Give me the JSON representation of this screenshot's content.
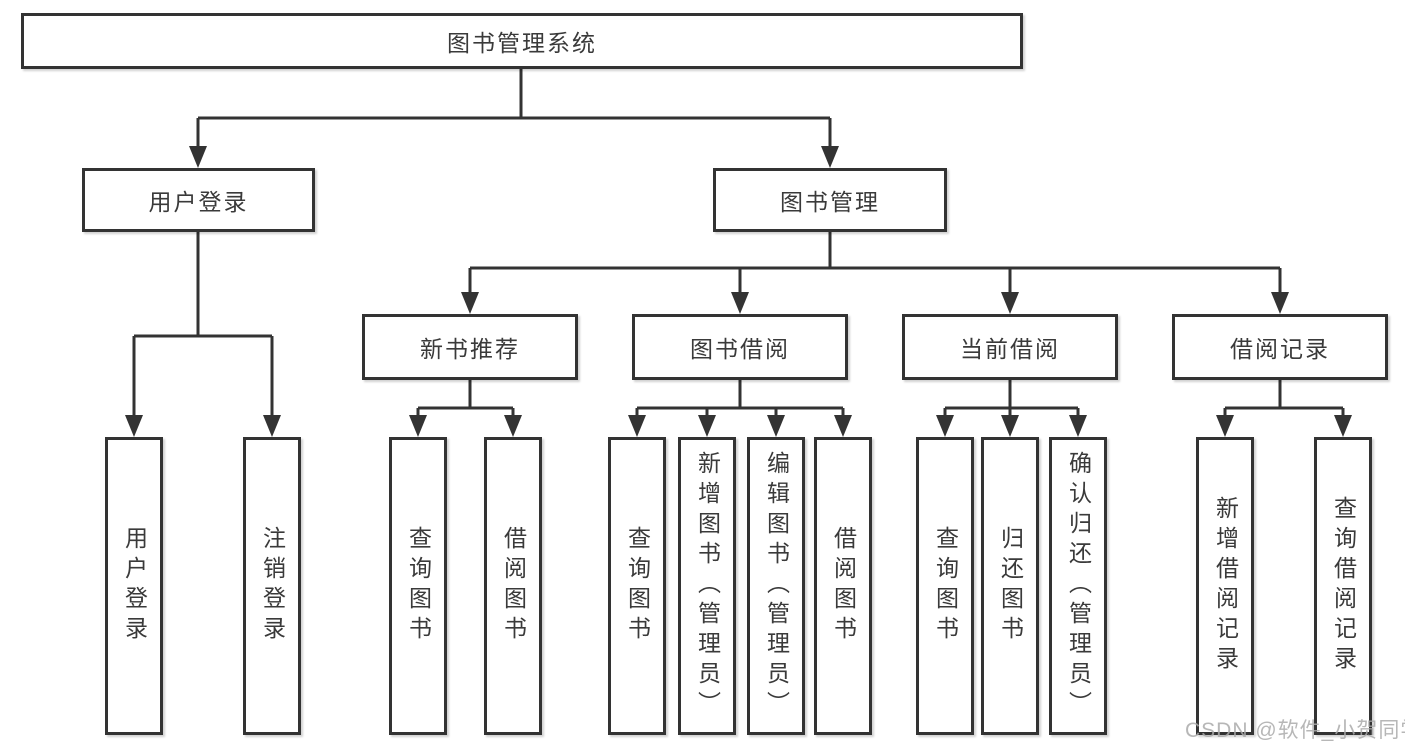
{
  "diagram": {
    "title": "图书管理系统",
    "level2": {
      "user_login": "用户登录",
      "book_mgmt": "图书管理"
    },
    "level3": {
      "new_book_rec": "新书推荐",
      "book_borrow": "图书借阅",
      "current_borrow": "当前借阅",
      "borrow_records": "借阅记录"
    },
    "leaves": {
      "user_login": "用户登录",
      "logout": "注销登录",
      "rec_query_books": "查询图书",
      "rec_borrow_books": "借阅图书",
      "bb_query_books": "查询图书",
      "bb_add_books": "新增图书（管理员）",
      "bb_edit_books": "编辑图书（管理员）",
      "bb_borrow_books": "借阅图书",
      "cb_query_books": "查询图书",
      "cb_return_books": "归还图书",
      "cb_confirm_return": "确认归还（管理员）",
      "br_add_record": "新增借阅记录",
      "br_query_record": "查询借阅记录"
    }
  },
  "watermark": "CSDN @软件_小贺同学",
  "colors": {
    "line": "#333333",
    "text": "#3a3a3a",
    "background": "#ffffff",
    "watermark": "#aaaaaa"
  }
}
